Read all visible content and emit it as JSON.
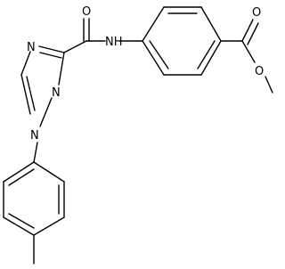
{
  "molecule": {
    "atoms": {
      "carbonyl_o_amide": "O",
      "amide_nh": "NH",
      "carbonyl_o_ester": "O",
      "ester_o": "O",
      "triazole_n4": "N",
      "triazole_n2": "N",
      "triazole_n1": "N"
    }
  }
}
